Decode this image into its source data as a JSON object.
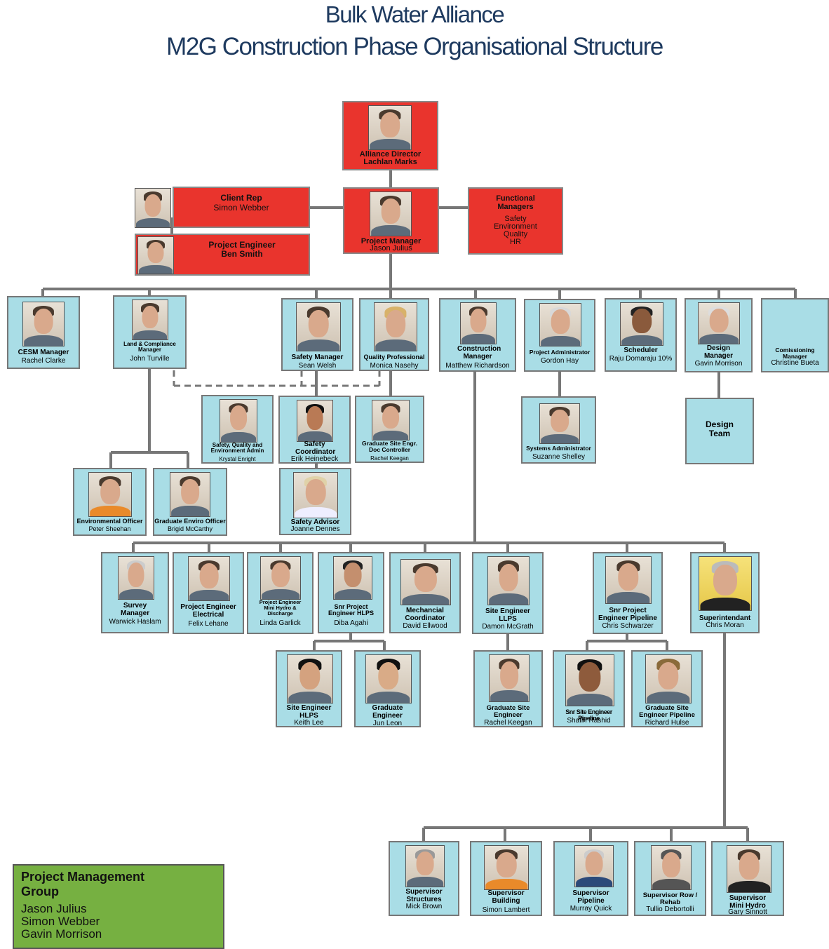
{
  "title_line1": "Bulk Water Alliance",
  "title_line2": "M2G Construction  Phase Organisational Structure",
  "colors": {
    "primary": "#e9342d",
    "secondary": "#a9dde6",
    "legend": "#76b041"
  },
  "nodes": {
    "director": {
      "role": "Alliance Director",
      "name": "Lachlan Marks"
    },
    "client_rep": {
      "role": "Client Rep",
      "name": "Simon Webber"
    },
    "proj_eng_top": {
      "role": "Project Engineer",
      "name": "Ben Smith"
    },
    "pm": {
      "role": "Project Manager",
      "name": "Jason Julius"
    },
    "functional": {
      "role": "Functional Managers",
      "lines": [
        "Safety",
        "Environment",
        "Quality",
        "HR"
      ]
    },
    "cesm": {
      "role": "CESM Manager",
      "name": "Rachel Clarke"
    },
    "land": {
      "role": "Land & Compliance Manager",
      "name": "John Turville"
    },
    "safety_mgr": {
      "role": "Safety Manager",
      "name": "Sean Welsh"
    },
    "quality": {
      "role": "Quality Professional",
      "name": "Monica Nasehy"
    },
    "construction": {
      "role": "Construction Manager",
      "name": "Matthew Richardson"
    },
    "proj_admin": {
      "role": "Project Administrator",
      "name": "Gordon Hay"
    },
    "scheduler": {
      "role": "Scheduler",
      "name": "Raju Domaraju 10%"
    },
    "design_mgr": {
      "role": "Design Manager",
      "name": "Gavin Morrison"
    },
    "commissioning": {
      "role": "Comissioning Manager",
      "name": "Christine Bueta"
    },
    "sqe_admin": {
      "role": "Safety, Quality and Environment Admin",
      "name": "Krystal Enright"
    },
    "safety_coord": {
      "role": "Safety Coordinator",
      "name": "Erik Heinebeck"
    },
    "grad_doc": {
      "role": "Graduate Site Engr. Doc Controller",
      "name": "Rachel Keegan"
    },
    "sys_admin": {
      "role": "Systems Administrator",
      "name": "Suzanne Shelley"
    },
    "design_team": {
      "role": "Design Team"
    },
    "env_officer": {
      "role": "Environmental Officer",
      "name": "Peter Sheehan"
    },
    "grad_enviro": {
      "role": "Graduate Enviro Officer",
      "name": "Brigid McCarthy"
    },
    "safety_advisor": {
      "role": "Safety Advisor",
      "name": "Joanne Dennes"
    },
    "survey": {
      "role": "Survey Manager",
      "name": "Warwick Haslam"
    },
    "pe_electrical": {
      "role": "Project Engineer Electrical",
      "name": "Felix Lehane"
    },
    "pe_minihydro": {
      "role": "Project Engineer Mini Hydro & Discharge",
      "name": "Linda Garlick"
    },
    "snr_hlps": {
      "role": "Snr Project Engineer HLPS",
      "name": "Diba Agahi"
    },
    "mech": {
      "role": "Mechancial Coordinator",
      "name": "David Ellwood"
    },
    "site_llps": {
      "role": "Site Engineer LLPS",
      "name": "Damon McGrath"
    },
    "snr_pipeline": {
      "role": "Snr Project Engineer Pipeline",
      "name": "Chris Schwarzer"
    },
    "superintendant": {
      "role": "Superintendant",
      "name": "Chris Moran"
    },
    "site_hlps": {
      "role": "Site Engineer HLPS",
      "name": "Keith Lee"
    },
    "grad_eng": {
      "role": "Graduate Engineer",
      "name": "Jun Leon"
    },
    "grad_site_llps": {
      "role": "Graduate Site Engineer",
      "name": "Rachel Keegan"
    },
    "snr_site_pipeline": {
      "role": "Snr Site Engineer Pipeline",
      "name": "Shafin Rashid"
    },
    "grad_site_pipeline": {
      "role": "Graduate Site Engineer Pipeline",
      "name": "Richard Hulse"
    },
    "sup_structures": {
      "role": "Supervisor Structures",
      "name": "Mick Brown"
    },
    "sup_building": {
      "role": "Supervisor Building",
      "name": "Simon Lambert"
    },
    "sup_pipeline": {
      "role": "Supervisor Pipeline",
      "name": "Murray Quick"
    },
    "sup_row": {
      "role": "Supervisor Row / Rehab",
      "name": "Tullio Debortolli"
    },
    "sup_minihydro": {
      "role": "Supervisor Mini Hydro",
      "name": "Gary Sinnott"
    }
  },
  "legend": {
    "title": "Project Management Group",
    "members": [
      "Jason Julius",
      "Simon Webber",
      "Gavin Morrison"
    ]
  }
}
